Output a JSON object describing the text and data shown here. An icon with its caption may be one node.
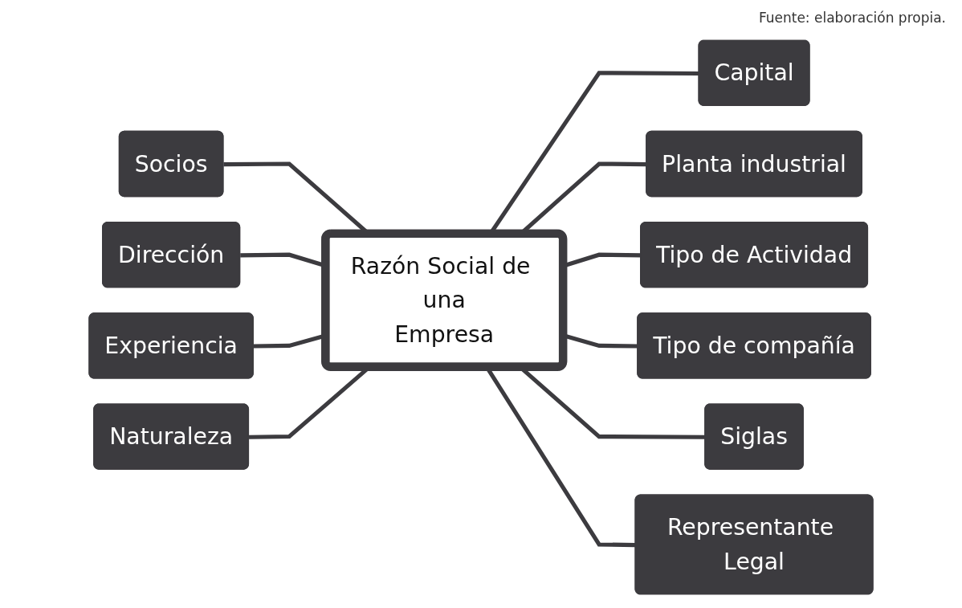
{
  "diagram": {
    "caption": "Fuente: elaboración propia.",
    "nodes": [
      {
        "text": [
          "Razón Social de una",
          "Empresa"
        ]
      },
      {
        "text": [
          "Capital"
        ]
      },
      {
        "text": [
          "Socios"
        ]
      },
      {
        "text": [
          "Planta industrial"
        ]
      },
      {
        "text": [
          "Dirección"
        ]
      },
      {
        "text": [
          "Tipo de Actividad"
        ]
      },
      {
        "text": [
          "Experiencia"
        ]
      },
      {
        "text": [
          "Tipo de compañía"
        ]
      },
      {
        "text": [
          "Siglas"
        ]
      },
      {
        "text": [
          "Naturaleza"
        ]
      },
      {
        "text": [
          "Representante Legal"
        ]
      }
    ],
    "edges": [
      {
        "from": 0,
        "to": 1,
        "arrow": "none"
      },
      {
        "from": 0,
        "to": 2,
        "arrow": "none"
      },
      {
        "from": 0,
        "to": 3,
        "arrow": "none"
      },
      {
        "from": 0,
        "to": 4,
        "arrow": "none"
      },
      {
        "from": 0,
        "to": 5,
        "arrow": "none"
      },
      {
        "from": 0,
        "to": 6,
        "arrow": "none"
      },
      {
        "from": 0,
        "to": 7,
        "arrow": "none"
      },
      {
        "from": 0,
        "to": 8,
        "arrow": "none"
      },
      {
        "from": 0,
        "to": 9,
        "arrow": "none"
      },
      {
        "from": 0,
        "to": 10,
        "arrow": "none"
      }
    ]
  }
}
